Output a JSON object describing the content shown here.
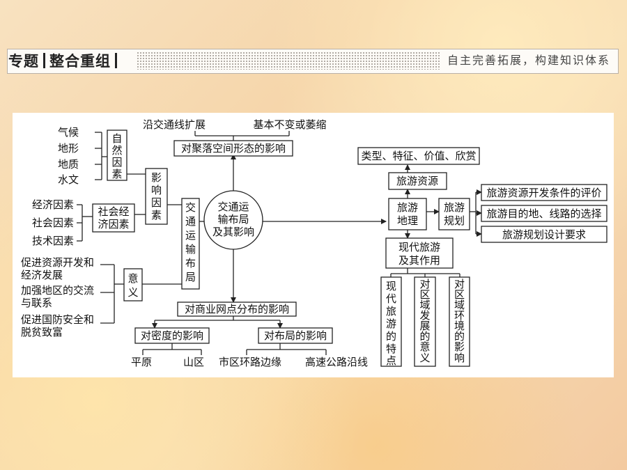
{
  "header": {
    "title_part1": "专题",
    "title_part2": "整合重组",
    "subtitle": "自主完善拓展，构建知识体系"
  },
  "diagram": {
    "center": [
      "交通运",
      "输布局",
      "及其影响"
    ],
    "settlement": {
      "title": "对聚落空间形态的影响",
      "items": [
        "沿交通线扩展",
        "基本不变或萎缩"
      ]
    },
    "factors": {
      "title": [
        "影",
        "响",
        "因",
        "素"
      ],
      "natural": {
        "title": [
          "自",
          "然",
          "因",
          "素"
        ],
        "items": [
          "气候",
          "地形",
          "地质",
          "水文"
        ]
      },
      "social": {
        "title": [
          "社会经",
          "济因素"
        ],
        "items": [
          "经济因素",
          "社会因素",
          "技术因素"
        ]
      }
    },
    "layout_box": [
      "交",
      "通",
      "运",
      "输",
      "布",
      "局"
    ],
    "significance": {
      "title": [
        "意",
        "义"
      ],
      "items": [
        [
          "促进资源开发和",
          "经济发展"
        ],
        [
          "加强地区的交流",
          "与联系"
        ],
        [
          "促进国防安全和",
          "脱贫致富"
        ]
      ]
    },
    "commercial": {
      "title": "对商业网点分布的影响",
      "density": {
        "title": "对密度的影响",
        "items": [
          "平原",
          "山区"
        ]
      },
      "layout": {
        "title": "对布局的影响",
        "items": [
          "市区环路边缘",
          "高速公路沿线"
        ]
      }
    },
    "tourism": {
      "geography": [
        "旅游",
        "地理"
      ],
      "resources": "旅游资源",
      "resource_features": "类型、特征、价值、欣赏",
      "planning": [
        "旅游",
        "规划"
      ],
      "planning_items": [
        "旅游资源开发条件的评价",
        "旅游目的地、线路的选择",
        "旅游规划设计要求"
      ],
      "modern": [
        "现代旅游",
        "及其作用"
      ],
      "modern_items": [
        [
          "现",
          "代",
          "旅",
          "游",
          "的",
          "特",
          "点"
        ],
        [
          "对",
          "区",
          "域",
          "发",
          "展",
          "的",
          "意",
          "义"
        ],
        [
          "对",
          "区",
          "域",
          "环",
          "境",
          "的",
          "影",
          "响"
        ]
      ]
    }
  }
}
